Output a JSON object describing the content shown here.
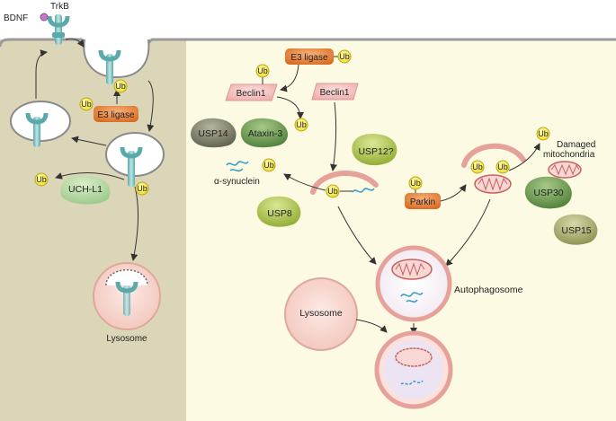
{
  "labels": {
    "bdnf": "BDNF",
    "trkb": "TrkB",
    "e3_ligase": "E3 ligase",
    "uchl1": "UCH-L1",
    "lysosome": "Lysosome",
    "beclin1": "Beclin1",
    "usp14": "USP14",
    "ataxin3": "Ataxin-3",
    "usp12": "USP12?",
    "alpha_synuclein": "α-synuclein",
    "usp8": "USP8",
    "parkin": "Parkin",
    "damaged_mito_line1": "Damaged",
    "damaged_mito_line2": "mitochondria",
    "usp30": "USP30",
    "usp15": "USP15",
    "autophagosome": "Autophagosome",
    "ub": "Ub"
  },
  "colors": {
    "left_panel": "#dbd6b8",
    "right_panel": "#fcfae2",
    "membrane": "#8a8a8a",
    "receptor": "#7cc2c2",
    "e3_ligase": "#e8843a",
    "ubiquitin": "#f5e83c",
    "dub_green": "#7aa356",
    "dub_gray": "#8a8a74",
    "dub_lime": "#b9cc52",
    "beclin": "#f4c4c4",
    "lysosome": "#f7dcd6",
    "synuclein": "#2d9ac8",
    "mito": "#c85f5f"
  }
}
